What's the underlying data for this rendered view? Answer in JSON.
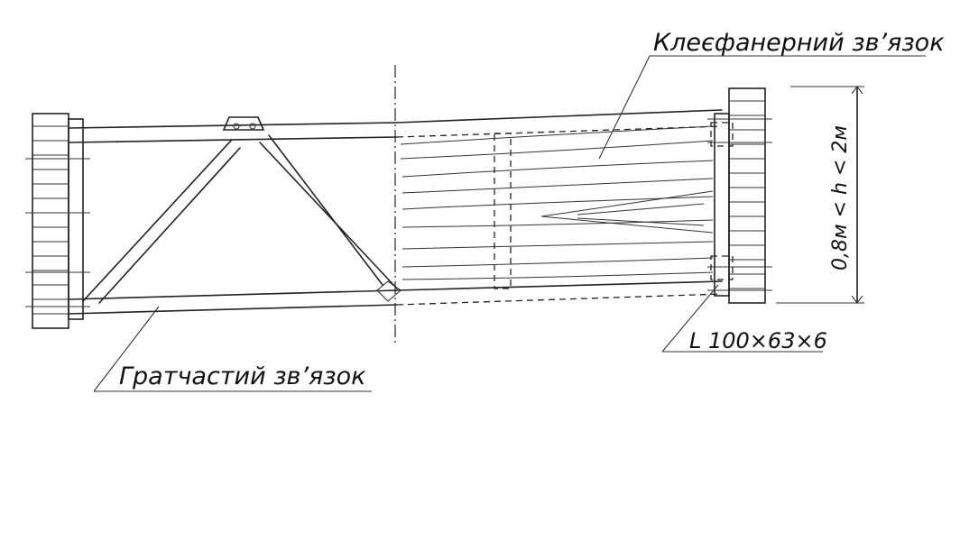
{
  "labels": {
    "plywood_connection": "Клеєфанерний зв’язок",
    "lattice_connection": "Гратчастий зв’язок",
    "angle_profile": "L 100×63×6",
    "height_range": "0,8м < h < 2м"
  },
  "colors": {
    "ink": "#222222",
    "paper": "#ffffff"
  }
}
